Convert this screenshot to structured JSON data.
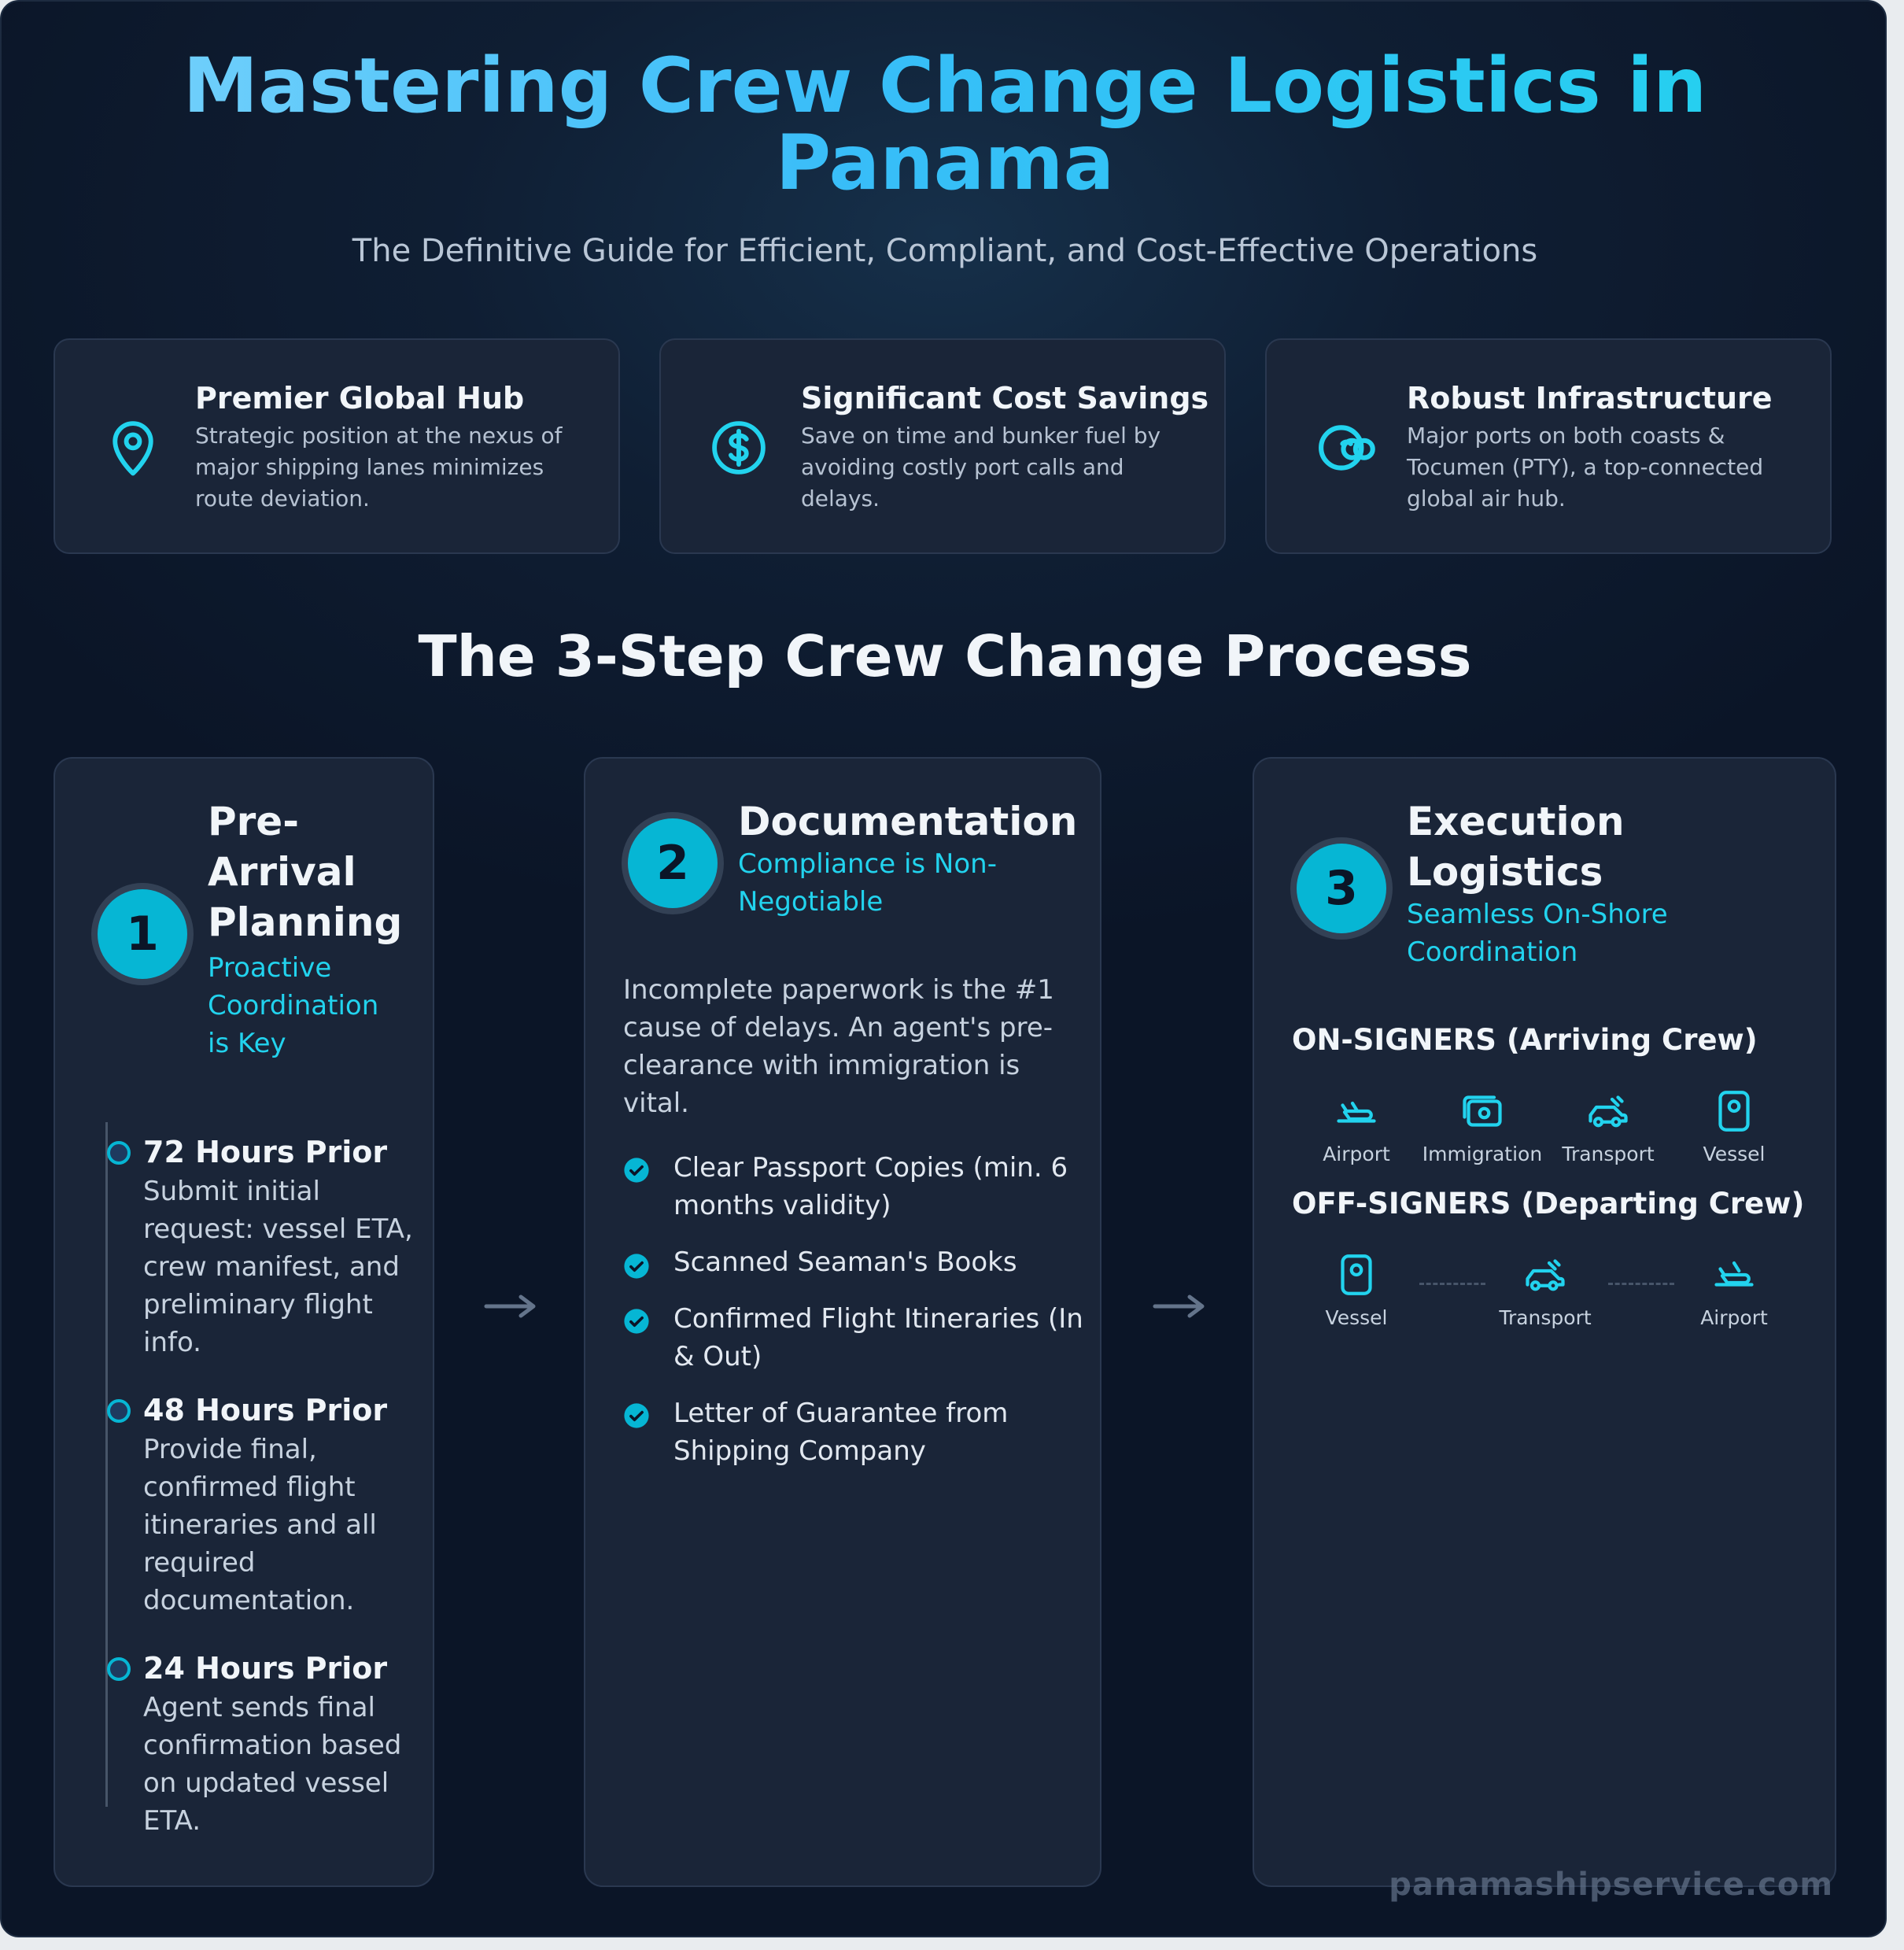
{
  "header": {
    "title": "Mastering Crew Change Logistics in Panama",
    "subtitle": "The Definitive Guide for Efficient, Compliant, and Cost-Effective Operations"
  },
  "benefits": [
    {
      "icon": "location-pin-icon",
      "title": "Premier Global Hub",
      "text": "Strategic position at the nexus of major shipping lanes minimizes route deviation."
    },
    {
      "icon": "dollar-coin-icon",
      "title": "Significant Cost Savings",
      "text": "Save on time and bunker fuel by avoiding costly port calls and delays."
    },
    {
      "icon": "interlinked-rings-icon",
      "title": "Robust Infrastructure",
      "text": "Major ports on both coasts & Tocumen (PTY), a top-connected global air hub."
    }
  ],
  "process": {
    "title": "The 3-Step Crew Change Process",
    "steps": [
      {
        "number": "1",
        "title": "Pre-Arrival Planning",
        "subtitle": "Proactive Coordination is Key",
        "timeline": [
          {
            "heading": "72 Hours Prior",
            "text": "Submit initial request: vessel ETA, crew manifest, and preliminary flight info."
          },
          {
            "heading": "48 Hours Prior",
            "text": "Provide final, confirmed flight itineraries and all required documentation."
          },
          {
            "heading": "24 Hours Prior",
            "text": "Agent sends final confirmation based on updated vessel ETA."
          }
        ]
      },
      {
        "number": "2",
        "title": "Documentation",
        "subtitle": "Compliance is Non-Negotiable",
        "intro": "Incomplete paperwork is the #1 cause of delays. An agent's pre-clearance with immigration is vital.",
        "checklist": [
          "Clear Passport Copies (min. 6 months validity)",
          "Scanned Seaman's Books",
          "Confirmed Flight Itineraries (In & Out)",
          "Letter of Guarantee from Shipping Company"
        ]
      },
      {
        "number": "3",
        "title": "Execution Logistics",
        "subtitle": "Seamless On-Shore Coordination",
        "on_signers": {
          "label": "ON-SIGNERS (Arriving Crew)",
          "steps": [
            {
              "icon": "airplane-landing-icon",
              "label": "Airport"
            },
            {
              "icon": "immigration-id-icon",
              "label": "Immigration"
            },
            {
              "icon": "car-transport-icon",
              "label": "Transport"
            },
            {
              "icon": "vessel-icon",
              "label": "Vessel"
            }
          ]
        },
        "off_signers": {
          "label": "OFF-SIGNERS (Departing Crew)",
          "steps": [
            {
              "icon": "vessel-icon",
              "label": "Vessel"
            },
            {
              "icon": "car-transport-icon",
              "label": "Transport"
            },
            {
              "icon": "airplane-takeoff-icon",
              "label": "Airport"
            }
          ]
        }
      }
    ]
  },
  "arrows": [
    "→",
    "→"
  ],
  "footer": {
    "watermark": "panamashipservice.com"
  },
  "colors": {
    "accent": "#22d3ee",
    "badge": "#06b6d4",
    "card": "#1a2538",
    "background": "#0f1e33"
  }
}
